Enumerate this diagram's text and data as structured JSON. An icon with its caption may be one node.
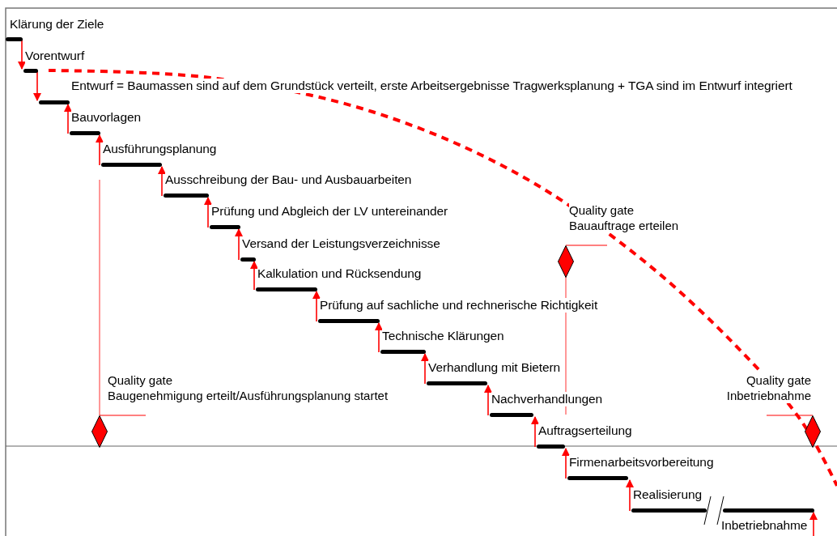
{
  "diagram": {
    "nodes": [
      {
        "text": [
          "Klärung der Ziele"
        ]
      },
      {
        "text": [
          "Vorentwurf"
        ]
      },
      {
        "text": [
          "Entwurf = Baumassen sind auf dem Grundstück verteilt, erste Arbeitsergebnisse Tragwerksplanung + TGA sind im Entwurf integriert"
        ]
      },
      {
        "text": [
          "Bauvorlagen"
        ]
      },
      {
        "text": [
          "Ausführungsplanung"
        ]
      },
      {
        "text": [
          "Ausschreibung der Bau- und Ausbauarbeiten"
        ]
      },
      {
        "text": [
          "Prüfung und Abgleich der LV untereinander"
        ]
      },
      {
        "text": [
          "Versand der Leistungsverzeichnisse"
        ]
      },
      {
        "text": [
          "Kalkulation und Rücksendung"
        ]
      },
      {
        "text": [
          "Prüfung auf sachliche und rechnerische Richtigkeit"
        ]
      },
      {
        "text": [
          "Technische Klärungen"
        ]
      },
      {
        "text": [
          "Verhandlung mit Bietern"
        ]
      },
      {
        "text": [
          "Nachverhandlungen"
        ]
      },
      {
        "text": [
          "Auftragserteilung"
        ]
      },
      {
        "text": [
          "Firmenarbeitsvorbereitung"
        ]
      },
      {
        "text": [
          "Realisierung"
        ],
        "beside": [
          "Inbetriebnahme"
        ]
      },
      {
        "text": [
          "Quality gate",
          "Baugenehmigung erteilt/Ausführungsplanung startet"
        ]
      },
      {
        "text": [],
        "shape": "diamond"
      },
      {
        "text": [
          "Quality gate",
          "Bauauftrage erteilen"
        ]
      },
      {
        "text": [],
        "shape": "diamond"
      },
      {
        "text": [
          "Quality gate",
          "Inbetriebnahme"
        ]
      },
      {
        "text": [],
        "shape": "diamond"
      }
    ],
    "edges": [
      {
        "from": 0,
        "to": 1,
        "arrow": "to"
      },
      {
        "from": 1,
        "to": 2,
        "arrow": "to"
      },
      {
        "from": 3,
        "to": 2,
        "arrow": "to"
      },
      {
        "from": 4,
        "to": 3,
        "arrow": "to"
      },
      {
        "from": 5,
        "to": 4,
        "arrow": "to"
      },
      {
        "from": 6,
        "to": 5,
        "arrow": "to"
      },
      {
        "from": 7,
        "to": 6,
        "arrow": "to"
      },
      {
        "from": 8,
        "to": 7,
        "arrow": "to"
      },
      {
        "from": 9,
        "to": 8,
        "arrow": "to"
      },
      {
        "from": 10,
        "to": 9,
        "arrow": "to"
      },
      {
        "from": 11,
        "to": 10,
        "arrow": "to"
      },
      {
        "from": 12,
        "to": 11,
        "arrow": "to"
      },
      {
        "from": 13,
        "to": 12,
        "arrow": "to"
      },
      {
        "from": 14,
        "to": 13,
        "arrow": "to"
      },
      {
        "from": 15,
        "to": 14,
        "arrow": "to"
      },
      {
        "from": null,
        "to": 15,
        "arrow": "to"
      },
      {
        "from": 16,
        "to": 17,
        "arrow": "none"
      },
      {
        "from": 18,
        "to": 19,
        "arrow": "none"
      },
      {
        "from": 20,
        "to": 21,
        "arrow": "none"
      }
    ]
  }
}
